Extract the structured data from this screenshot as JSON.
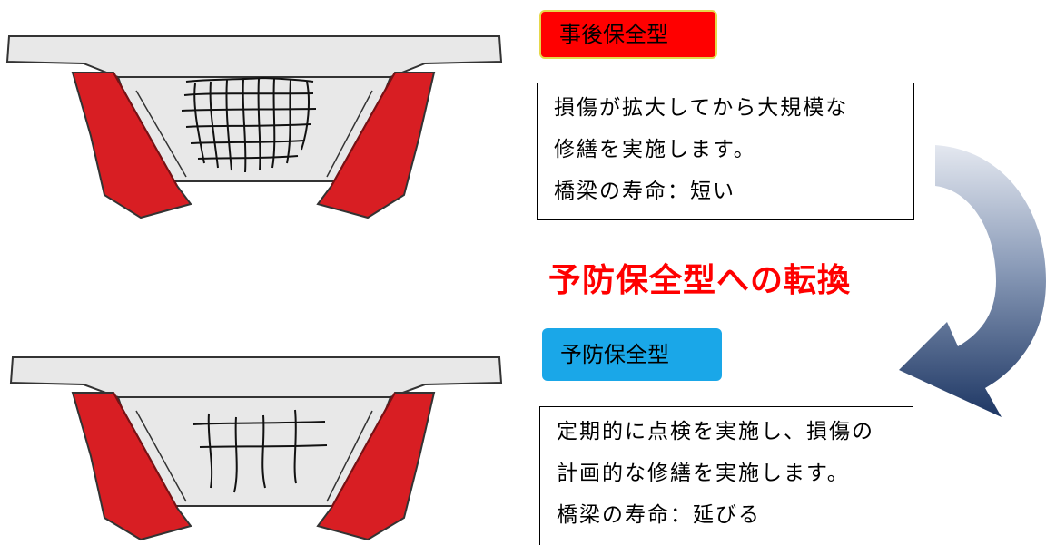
{
  "reactive": {
    "label": "事後保全型",
    "lines": [
      "損傷が拡大してから大規模な",
      "修繕を実施します。",
      "橋梁の寿命：短い"
    ]
  },
  "transition": {
    "title": "予防保全型への転換"
  },
  "preventive": {
    "label": "予防保全型",
    "lines": [
      "定期的に点検を実施し、損傷の",
      "計画的な修繕を実施します。",
      "橋梁の寿命：延びる"
    ]
  },
  "colors": {
    "girder_red": "#d81e23",
    "reactive_label_bg": "#ff0000",
    "preventive_label_bg": "#1aa7e8",
    "title_red": "#ff0000",
    "arrow_dark": "#1e3764",
    "arrow_light": "#e4e8f0",
    "deck_gray": "#e8e8e8"
  }
}
